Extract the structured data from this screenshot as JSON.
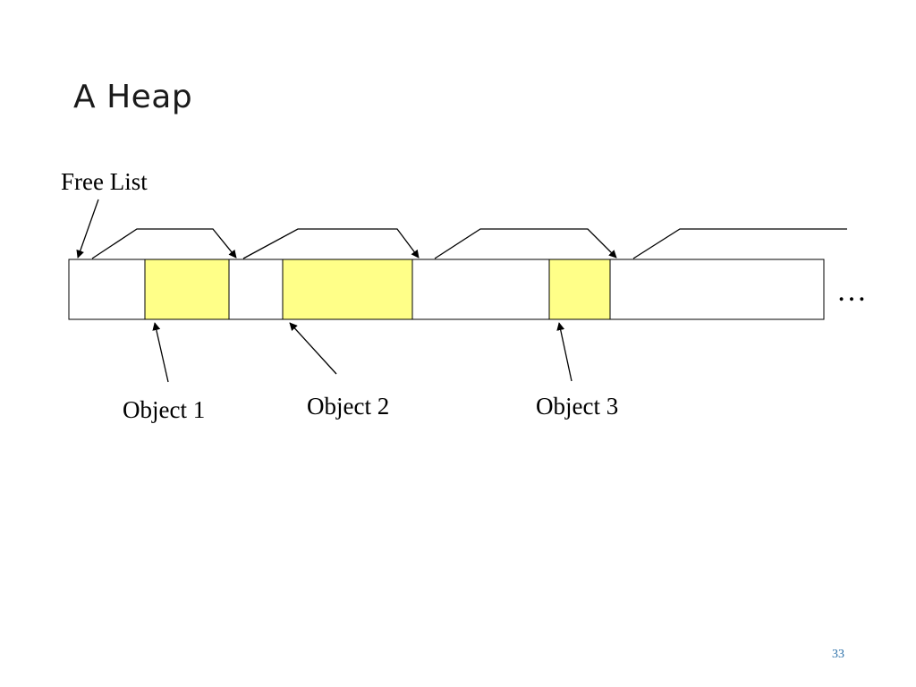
{
  "slide": {
    "title": "A Heap",
    "page_number": "33"
  },
  "diagram": {
    "free_list_label": "Free List",
    "ellipsis": "…",
    "objects": [
      {
        "label": "Object 1"
      },
      {
        "label": "Object 2"
      },
      {
        "label": "Object 3"
      }
    ],
    "colors": {
      "object_fill": "#ffff88",
      "free_fill": "#ffffff",
      "stroke": "#000000"
    }
  }
}
